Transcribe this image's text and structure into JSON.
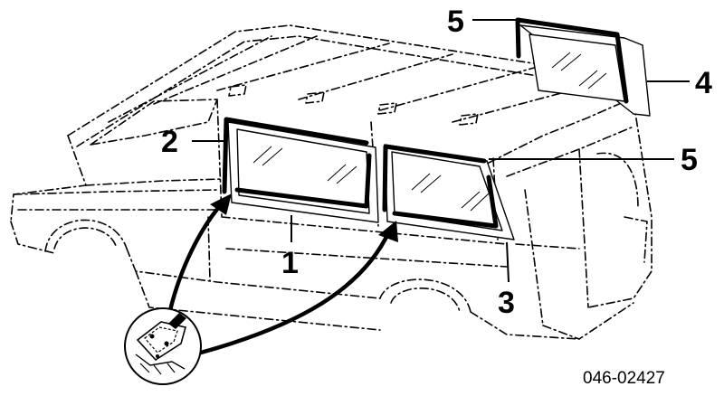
{
  "callouts": {
    "c1": "1",
    "c2": "2",
    "c3": "3",
    "c4": "4",
    "c5_top": "5",
    "c5_right": "5"
  },
  "figure_code": "046-02427",
  "icons": {
    "vehicle_outline": "dashed-vehicle-outline-icon",
    "adhesive_detail": "adhesive-application-icon"
  }
}
